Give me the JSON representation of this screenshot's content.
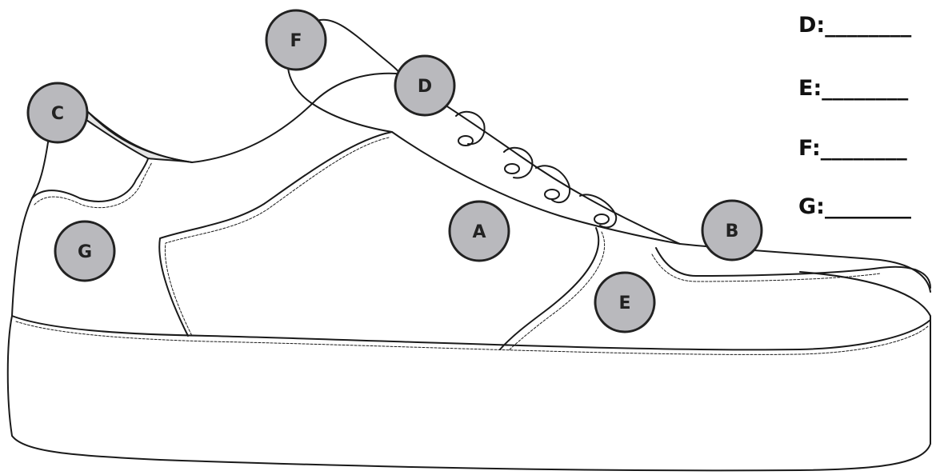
{
  "labels": {
    "A": "A",
    "B": "B",
    "C": "C",
    "D": "D",
    "E": "E",
    "F": "F",
    "G": "G"
  },
  "answers": [
    {
      "letter": "D",
      "text": "D:________"
    },
    {
      "letter": "E",
      "text": "E:________"
    },
    {
      "letter": "F",
      "text": "F:________"
    },
    {
      "letter": "G",
      "text": "G:________"
    }
  ],
  "colors": {
    "marker_fill": "#b9b9bd",
    "marker_stroke": "#222222",
    "outline": "#1a1a1a",
    "collar_lining": "#e6e6e6"
  }
}
